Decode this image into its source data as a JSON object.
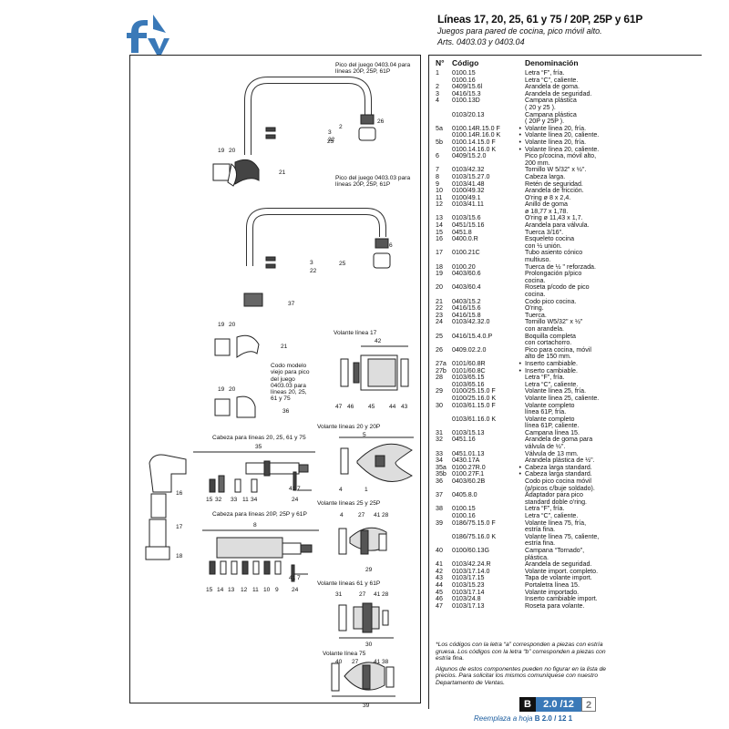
{
  "header": {
    "title": "Líneas 17, 20, 25, 61 y 75 / 20P, 25P y 61P",
    "subtitle": "Juegos para pared de cocina, pico móvil alto.",
    "articles": "Arts. 0403.03 y 0403.04"
  },
  "table": {
    "col_n": "N°",
    "col_code": "Código",
    "col_name": "Denominación",
    "rows": [
      [
        "1",
        "0100.15",
        "",
        "Letra “F”, fría."
      ],
      [
        "",
        "0100.16",
        "",
        "Letra “C”, caliente."
      ],
      [
        "2",
        "0409/15.6l",
        "",
        "Arandela de goma."
      ],
      [
        "3",
        "0416/15.3",
        "",
        "Arandela de seguridad."
      ],
      [
        "4",
        "0100.13D",
        "",
        "Campana plástica\n( 20 y 25 )."
      ],
      [
        "",
        "0103/20.13",
        "",
        "Campana plástica\n( 20P y 25P )."
      ],
      [
        "5a",
        "0100.14R.15.0 F",
        "•",
        "Volante línea 20, fría."
      ],
      [
        "",
        "0100.14R.16.0 K",
        "•",
        "Volante línea 20, caliente."
      ],
      [
        "5b",
        "0100.14.15.0 F",
        "•",
        "Volante línea 20, fría."
      ],
      [
        "",
        "0100.14.16.0 K",
        "•",
        "Volante línea 20, caliente."
      ],
      [
        "6",
        "0409/15.2.0",
        "",
        "Pico p/cocina, móvil alto,\n200 mm."
      ],
      [
        "7",
        "0103/42.32",
        "",
        "Tornillo W 5/32\" x ½\"."
      ],
      [
        "8",
        "0103/15.27.0",
        "",
        "Cabeza larga."
      ],
      [
        "9",
        "0103/41.48",
        "",
        "Retén de seguridad."
      ],
      [
        "10",
        "0100/49.32",
        "",
        "Arandela de fricción."
      ],
      [
        "11",
        "0100/49.1",
        "",
        "O'ring ø 8 x 2,4."
      ],
      [
        "12",
        "0103/41.11",
        "",
        "Anillo de goma\nø 18,77 x 1,78."
      ],
      [
        "13",
        "0103/15.6",
        "",
        "O'ring ø 11,43 x 1,7."
      ],
      [
        "14",
        "0451/15.16",
        "",
        "Arandela para válvula."
      ],
      [
        "15",
        "0451.8",
        "",
        "Tuerca 3/16\"."
      ],
      [
        "16",
        "0400.0.R",
        "",
        "Esqueleto cocina\ncon ½ unión."
      ],
      [
        "17",
        "0100.21C",
        "",
        "Tubo asiento cónico\nmultiuso."
      ],
      [
        "18",
        "0100.20",
        "",
        "Tuerca de ½ \" reforzada."
      ],
      [
        "19",
        "0403/60.6",
        "",
        "Prolongación p/pico\ncocina."
      ],
      [
        "20",
        "0403/60.4",
        "",
        "Roseta p/codo de pico\ncocina."
      ],
      [
        "21",
        "0403/15.2",
        "",
        "Codo pico cocina."
      ],
      [
        "22",
        "0416/15.6",
        "",
        "O'ring."
      ],
      [
        "23",
        "0416/15.8",
        "",
        "Tuerca."
      ],
      [
        "24",
        "0103/42.32.0",
        "",
        "Tornillo W5/32\" x ½\"\ncon arandela."
      ],
      [
        "25",
        "0416/15.4.0.P",
        "",
        "Boquilla completa\ncon cortachorro."
      ],
      [
        "26",
        "0409.02.2.0",
        "",
        "Pico para cocina, móvil\nalto de 150 mm."
      ],
      [
        "27a",
        "0101/60.8R",
        "•",
        "Inserto cambiable."
      ],
      [
        "27b",
        "0101/60.8C",
        "•",
        "Inserto cambiable."
      ],
      [
        "28",
        "0103/65.15",
        "",
        "Letra “F”, fría."
      ],
      [
        "",
        "0103/65.16",
        "",
        "Letra “C”, caliente."
      ],
      [
        "29",
        "0100/25.15.0 F",
        "",
        "Volante línea 25, fría."
      ],
      [
        "",
        "0100/25.16.0 K",
        "",
        "Volante línea 25, caliente."
      ],
      [
        "30",
        "0103/61.15.0 F",
        "",
        "Volante completo\nlínea 61P, fría."
      ],
      [
        "",
        "0103/61.16.0 K",
        "",
        "Volante completo\nlínea 61P, caliente."
      ],
      [
        "31",
        "0103/15.13",
        "",
        "Campana línea 15."
      ],
      [
        "32",
        "0451.16",
        "",
        "Arandela de goma para\nválvula de ½\"."
      ],
      [
        "33",
        "0451.01.13",
        "",
        "Válvula de 13 mm."
      ],
      [
        "34",
        "0430.17A",
        "",
        "Arandela plástica de ½\"."
      ],
      [
        "35a",
        "0100.27R.0",
        "•",
        "Cabeza larga standard."
      ],
      [
        "35b",
        "0100.27F.1",
        "•",
        "Cabeza larga standard."
      ],
      [
        "36",
        "0403/60.2B",
        "",
        "Codo pico cocina móvil\n(p/picos c/buje soldado)."
      ],
      [
        "37",
        "0405.8.0",
        "",
        "Adaptador para pico\nstandard doble o'ring."
      ],
      [
        "38",
        "0100.15",
        "",
        "Letra “F”, fría."
      ],
      [
        "",
        "0100.16",
        "",
        "Letra “C”, caliente."
      ],
      [
        "39",
        "0186/75.15.0 F",
        "",
        "Volante línea 75, fría,\nestría fina."
      ],
      [
        "",
        "0186/75.16.0 K",
        "",
        "Volante línea 75, caliente,\nestría fina."
      ],
      [
        "40",
        "0100/60.13G",
        "",
        "Campana “Tornado”,\nplástica."
      ],
      [
        "41",
        "0103/42.24.R",
        "",
        "Arandela de seguridad."
      ],
      [
        "42",
        "0103/17.14.0",
        "",
        "Volante import. completo."
      ],
      [
        "43",
        "0103/17.15",
        "",
        "Tapa de volante import."
      ],
      [
        "44",
        "0103/15.23",
        "",
        "Portaletra línea 15."
      ],
      [
        "45",
        "0103/17.14",
        "",
        "Volante importado."
      ],
      [
        "46",
        "0103/24.8",
        "",
        "Inserto cambiable import."
      ],
      [
        "47",
        "0103/17.13",
        "",
        "Roseta para volante."
      ]
    ]
  },
  "notes": {
    "note1": "*Los códigos con la letra “a” corresponden a piezas con estría gruesa. Los códigos con la letra “b” corresponden a piezas con estría fina.",
    "note2": "Algunos de estos componentes pueden no figurar en la lista de precios. Para solicitar los mismos comuníquese con nuestro Departamento de Ventas."
  },
  "footer": {
    "sheet_letter": "B",
    "sheet_number": "2.0 /12",
    "page": "2",
    "replaces_prefix": "Reemplaza a hoja",
    "replaces_sheet": "B  2.0 / 12  1"
  },
  "labels": {
    "pico_0404": "Pico del juego 0403.04 para\nlíneas 20P, 25P, 61P",
    "pico_0403": "Pico del juego 0403.03 para\nlíneas 20P, 25P, 61P",
    "codo_viejo": "Codo modelo\nviejo para pico\ndel juego\n0403.03 para\nlíneas 20, 25,\n61 y 75",
    "volante_17": "Volante línea 17",
    "volante_20": "Volante líneas 20 y 20P",
    "volante_25": "Volante líneas 25 y 25P",
    "volante_61": "Volante líneas 61 y 61P",
    "volante_75": "Volante línea 75",
    "cabeza_std": "Cabeza para líneas 20, 25, 61 y 75",
    "cabeza_p": "Cabeza para líneas 20P, 25P y 61P"
  },
  "numbers": {
    "n3": "3",
    "n22": "22",
    "n26": "26",
    "n2": "2",
    "n25": "25",
    "n19": "19",
    "n20": "20",
    "n21": "21",
    "n6": "6",
    "n37": "37",
    "n36": "36",
    "n42": "42",
    "n47": "47",
    "n46": "46",
    "n45": "45",
    "n44": "44",
    "n43": "43",
    "n5": "5",
    "n4": "4",
    "n1": "1",
    "n35": "35",
    "n41": "41",
    "n7": "7",
    "n24": "24",
    "n15": "15",
    "n32": "32",
    "n33": "33",
    "n11": "11",
    "n34": "34",
    "n16": "16",
    "n17": "17",
    "n18": "18",
    "n8": "8",
    "n14": "14",
    "n13": "13",
    "n12": "12",
    "n10": "10",
    "n9": "9",
    "n27": "27",
    "n28": "28",
    "n29": "29",
    "n31": "31",
    "n30": "30",
    "n40": "40",
    "n38": "38",
    "n39": "39"
  },
  "colors": {
    "brand_blue": "#3a79b8",
    "ink": "#111111"
  }
}
